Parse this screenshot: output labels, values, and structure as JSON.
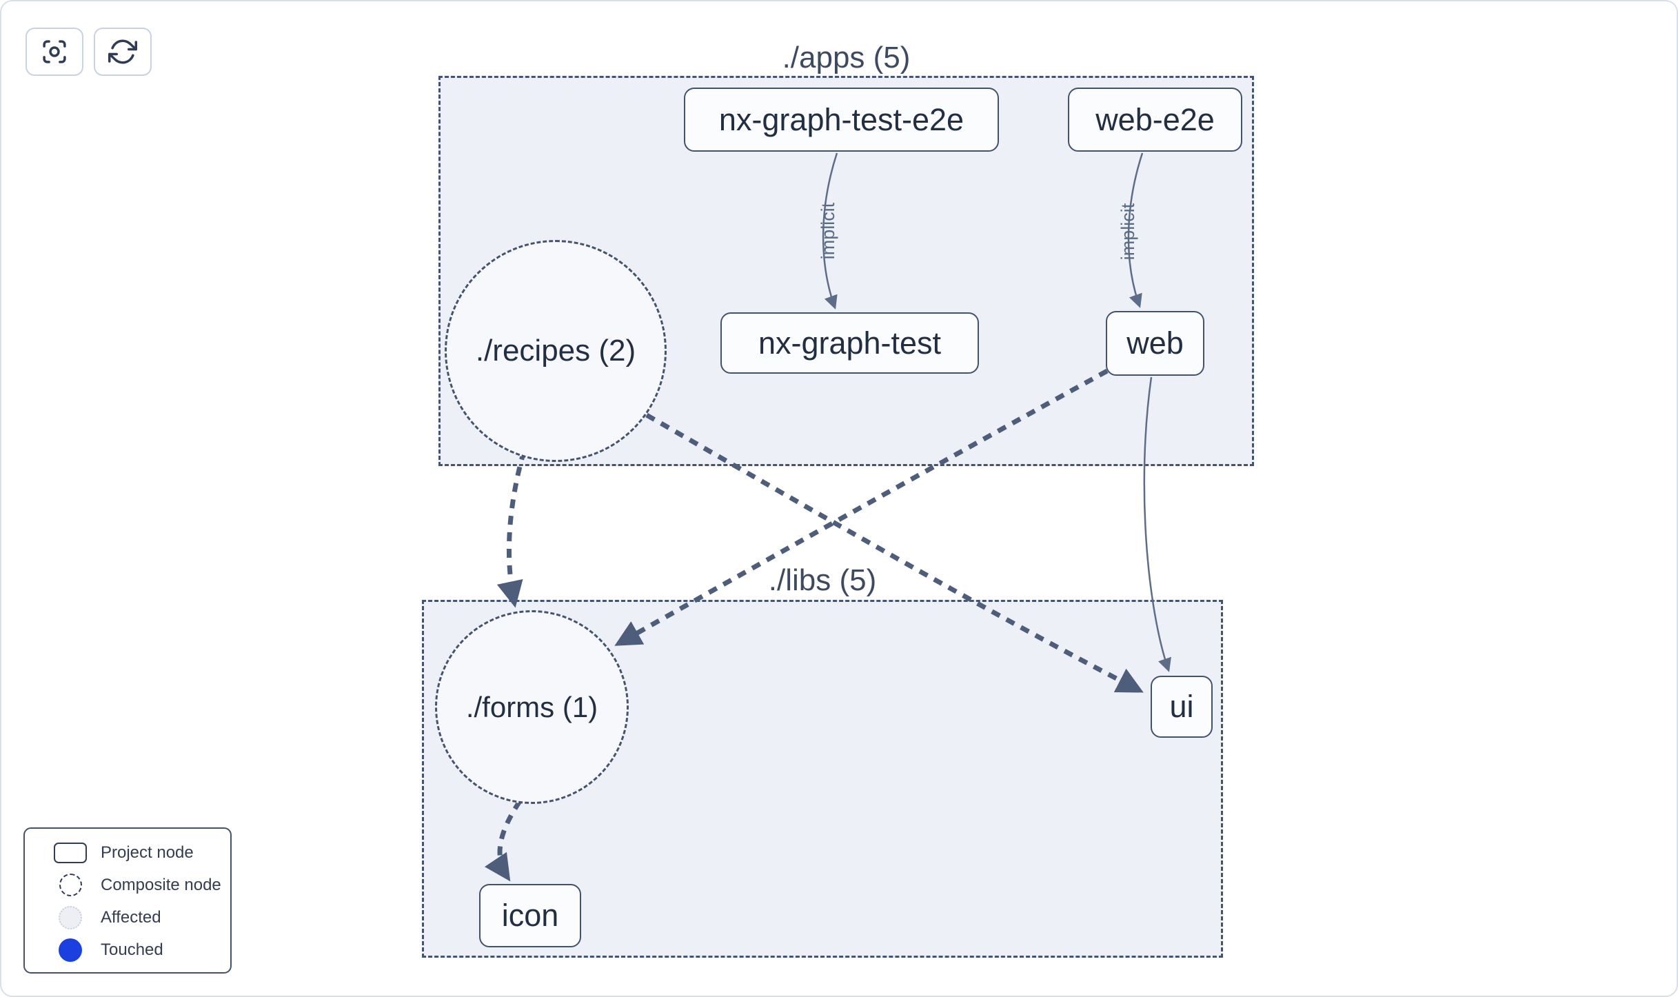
{
  "toolbar": {
    "focus_icon": "focus-crosshair",
    "refresh_icon": "refresh-cycle"
  },
  "groups": [
    {
      "id": "apps",
      "label": "./apps (5)"
    },
    {
      "id": "libs",
      "label": "./libs (5)"
    }
  ],
  "nodes": [
    {
      "id": "nx-graph-test-e2e",
      "label": "nx-graph-test-e2e",
      "type": "project",
      "group": "apps"
    },
    {
      "id": "web-e2e",
      "label": "web-e2e",
      "type": "project",
      "group": "apps"
    },
    {
      "id": "recipes",
      "label": "./recipes (2)",
      "type": "composite",
      "group": "apps"
    },
    {
      "id": "nx-graph-test",
      "label": "nx-graph-test",
      "type": "project",
      "group": "apps"
    },
    {
      "id": "web",
      "label": "web",
      "type": "project",
      "group": "apps"
    },
    {
      "id": "forms",
      "label": "./forms (1)",
      "type": "composite",
      "group": "libs"
    },
    {
      "id": "ui",
      "label": "ui",
      "type": "project",
      "group": "libs"
    },
    {
      "id": "icon",
      "label": "icon",
      "type": "project",
      "group": "libs"
    }
  ],
  "edges": [
    {
      "source": "nx-graph-test-e2e",
      "target": "nx-graph-test",
      "label": "implicit",
      "style": "thin-solid"
    },
    {
      "source": "web-e2e",
      "target": "web",
      "label": "implicit",
      "style": "thin-solid"
    },
    {
      "source": "recipes",
      "target": "forms",
      "label": "",
      "style": "thick-dashed"
    },
    {
      "source": "recipes",
      "target": "ui",
      "label": "",
      "style": "thick-dashed"
    },
    {
      "source": "web",
      "target": "forms",
      "label": "",
      "style": "thick-dashed"
    },
    {
      "source": "web",
      "target": "ui",
      "label": "",
      "style": "thin-solid"
    },
    {
      "source": "forms",
      "target": "icon",
      "label": "",
      "style": "thick-dashed"
    }
  ],
  "legend": {
    "items": [
      {
        "label": "Project node",
        "swatch": "project-rect-outline"
      },
      {
        "label": "Composite node",
        "swatch": "dashed-circle-outline"
      },
      {
        "label": "Affected",
        "swatch": "light-gray-circle"
      },
      {
        "label": "Touched",
        "swatch": "blue-circle"
      }
    ]
  },
  "colors": {
    "group_fill": "#edf1f7",
    "group_border": "#44546e",
    "node_border": "#42526b",
    "edge_thick": "#4e5e7a",
    "edge_thin": "#5e6d87",
    "touched_blue": "#1a41e0"
  }
}
